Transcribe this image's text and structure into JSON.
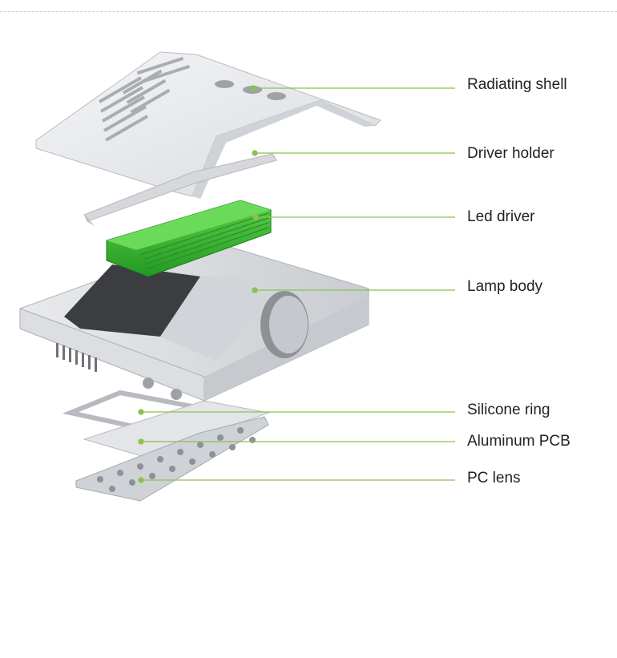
{
  "colors": {
    "leader_line": "#8cc152",
    "driver_green": "#35b233",
    "metal_light": "#eeeff1",
    "metal_mid": "#d8dadd",
    "metal_dark": "#b9bcc0",
    "text": "#222222"
  },
  "labels": {
    "radiating_shell": "Radiating shell",
    "driver_holder": "Driver holder",
    "led_driver": "Led driver",
    "lamp_body": "Lamp body",
    "silicone_ring": "Silicone ring",
    "aluminum_pcb": "Aluminum PCB",
    "pc_lens": "PC lens"
  }
}
